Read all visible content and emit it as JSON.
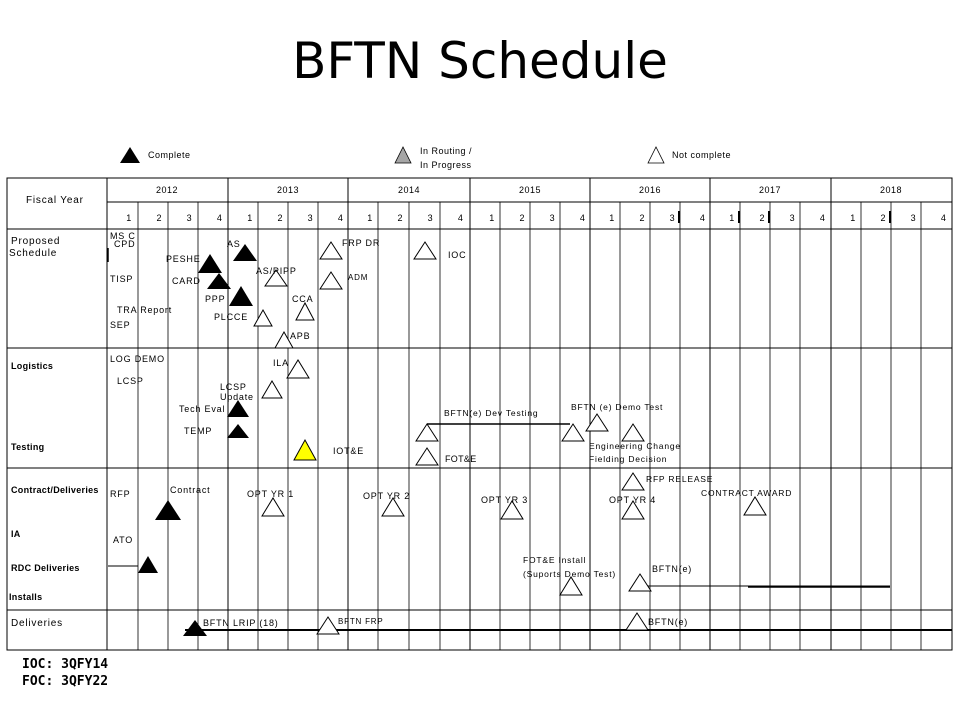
{
  "title": "BFTN Schedule",
  "legend": {
    "complete": "Complete",
    "in_routing_line1": "In Routing /",
    "in_routing_line2": "In Progress",
    "not_complete": "Not complete"
  },
  "header": {
    "fiscal_year": "Fiscal Year",
    "years": [
      "2012",
      "2013",
      "2014",
      "2015",
      "2016",
      "2017",
      "2018"
    ],
    "quarters": [
      "1",
      "2",
      "3",
      "4"
    ]
  },
  "rows": {
    "proposed_line1": "Proposed",
    "proposed_line2": "Schedule",
    "logistics": "Logistics",
    "testing": "Testing",
    "contract": "Contract/Deliveries",
    "ia": "IA",
    "rdc": "RDC Deliveries",
    "installs": "Installs",
    "deliveries": "Deliveries"
  },
  "labels": {
    "ms_c": "MS C",
    "cpd": "CPD",
    "peshe": "PESHE",
    "tisp": "TISP",
    "card": "CARD",
    "tra_report": "TRA Report",
    "sep": "SEP",
    "ppp": "PPP",
    "plcce": "PLCCE",
    "as": "AS",
    "as_pipp": "AS/PIPP",
    "cca": "CCA",
    "apb": "APB",
    "frp_dr": "FRP DR",
    "adm": "ADM",
    "ioc": "IOC",
    "log_demo": "LOG DEMO",
    "lcsp": "LCSP",
    "ila": "ILA",
    "lcsp_update_1": "LCSP",
    "lcsp_update_2": "Update",
    "tech_eval": "Tech Eval",
    "temp": "TEMP",
    "iote": "IOT&E",
    "fote": "FOT&E",
    "bftn_dev_testing": "BFTN(e) Dev Testing",
    "bftn_demo_test": "BFTN (e) Demo Test",
    "eng_change": "Engineering Change",
    "fielding_decision": "Fielding Decision",
    "rfp_release": "RFP RELEASE",
    "contract_award": "CONTRACT AWARD",
    "rfp": "RFP",
    "contract": "Contract",
    "opt_yr_1": "OPT YR 1",
    "opt_yr_2": "OPT YR 2",
    "opt_yr_3": "OPT YR 3",
    "opt_yr_4": "OPT YR 4",
    "ato": "ATO",
    "fote_install_1": "FOT&E Install",
    "fote_install_2": "(Suports Demo Test)",
    "bftn_e_rdc": "BFTN(e)",
    "bftn_lrip": "BFTN LRIP (18)",
    "bftn_frp": "BFTN FRP",
    "bftn_e_del": "BFTN(e)"
  },
  "footer": {
    "ioc": "IOC:  3QFY14",
    "foc": "FOC:  3QFY22"
  },
  "colors": {
    "complete": "#000000",
    "in_progress": "#a6a6a6",
    "iote_marker": "#ffff00",
    "line": "#000000"
  }
}
